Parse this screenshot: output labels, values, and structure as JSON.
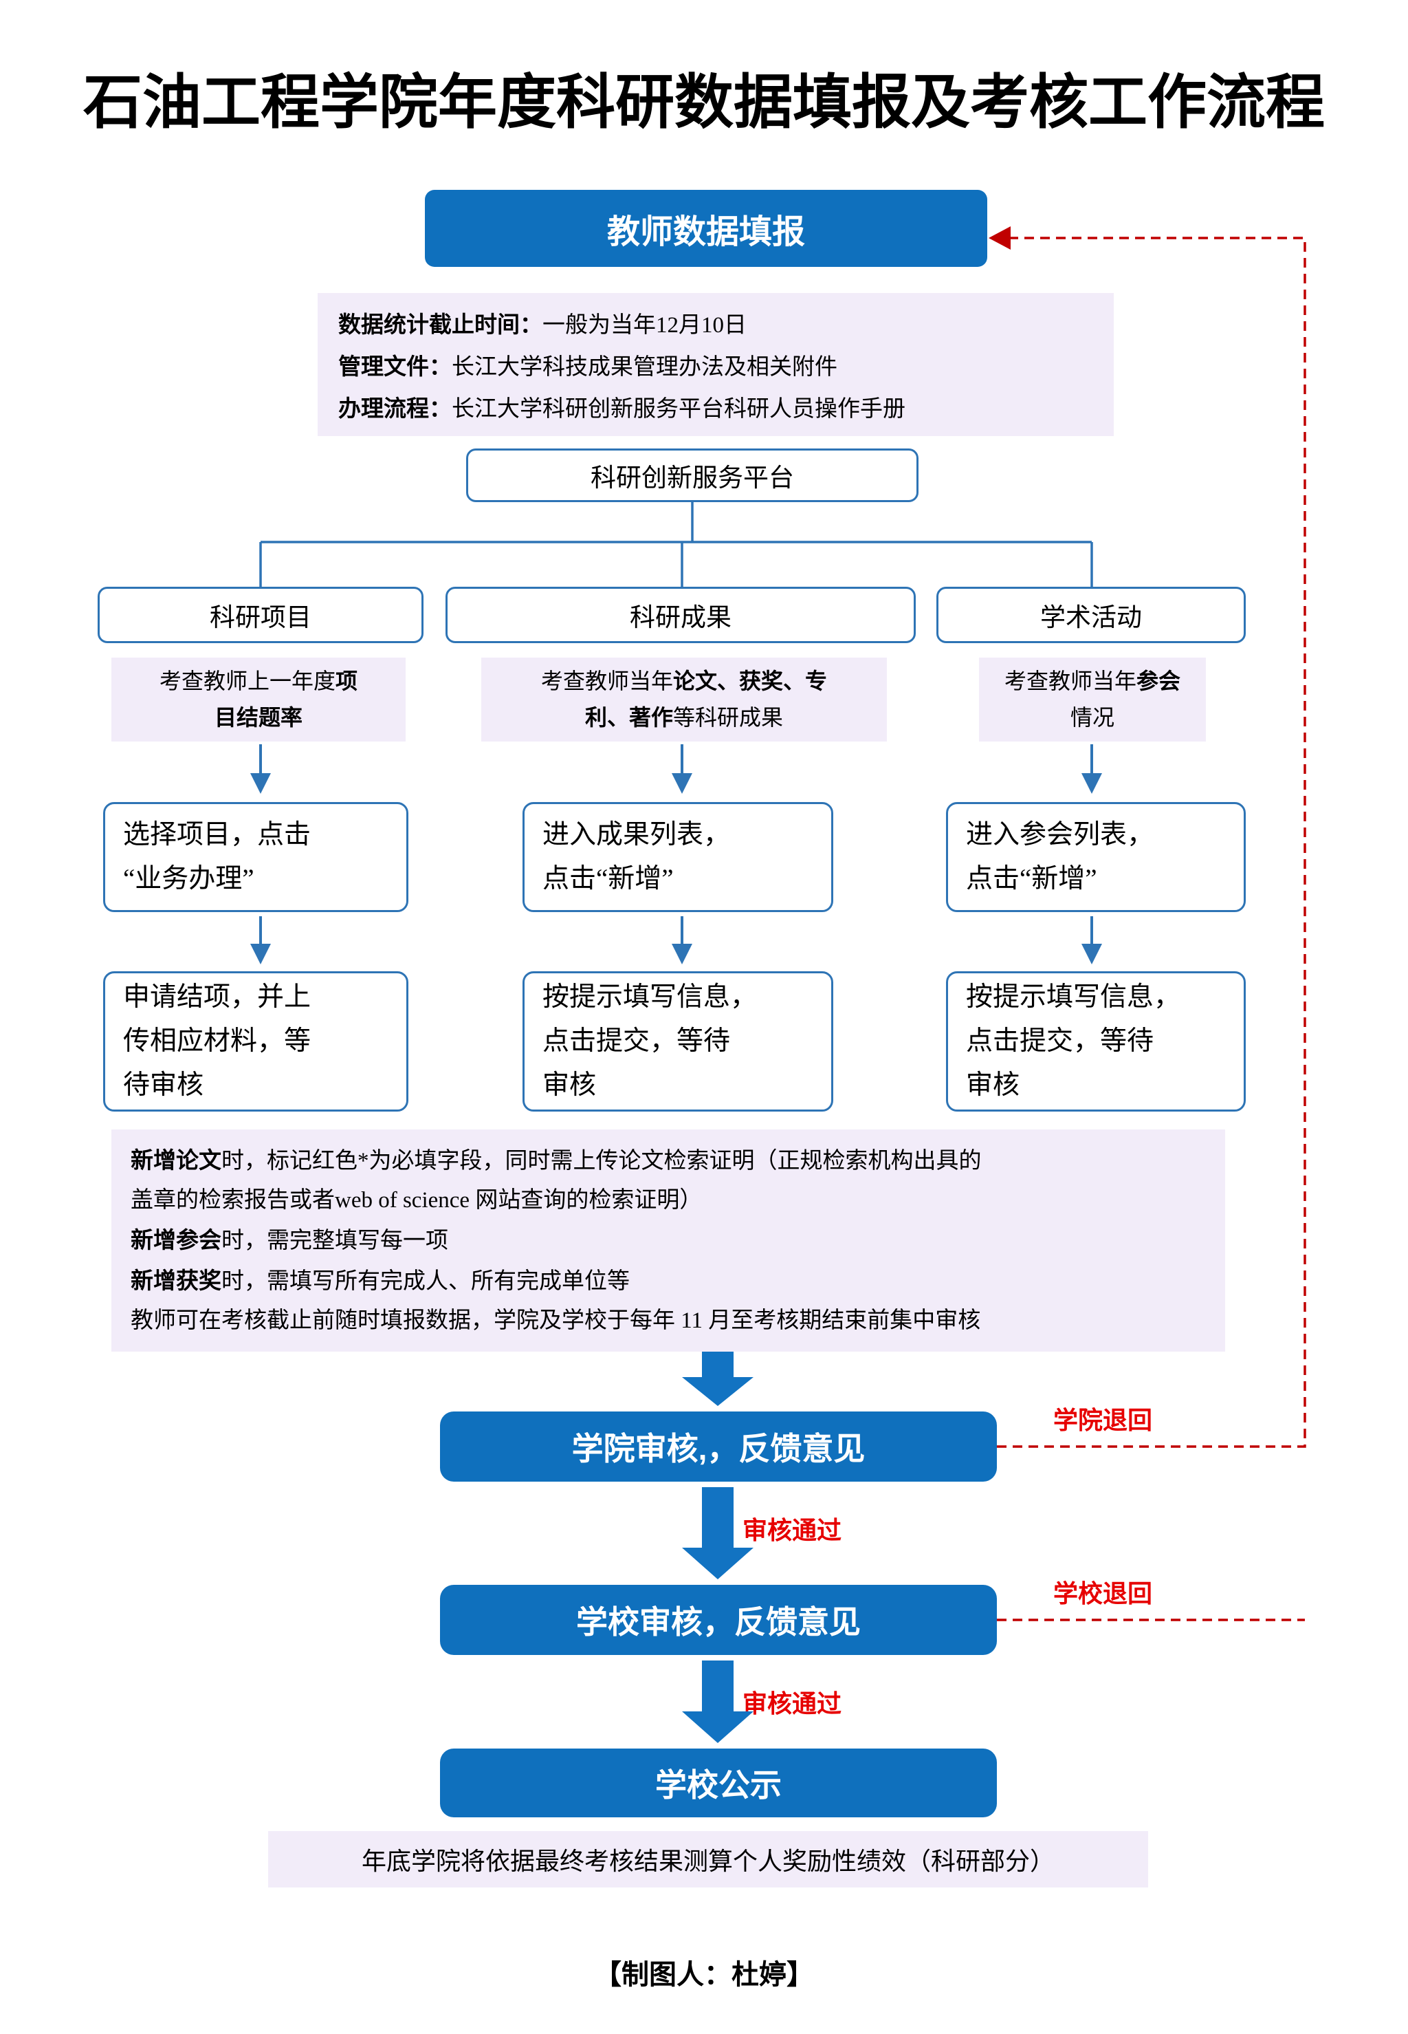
{
  "title": "石油工程学院年度科研数据填报及考核工作流程",
  "top_box": {
    "label": "教师数据填报"
  },
  "info_box": {
    "items": [
      {
        "label": "数据统计截止时间：",
        "value": "一般为当年12月10日"
      },
      {
        "label": "管理文件：",
        "value": "长江大学科技成果管理办法及相关附件"
      },
      {
        "label": "办理流程：",
        "value": "长江大学科研创新服务平台科研人员操作手册"
      }
    ]
  },
  "platform_box": {
    "label": "科研创新服务平台"
  },
  "branches": [
    {
      "header": "科研项目",
      "desc": [
        {
          "t": "考查教师上一年度",
          "b": false
        },
        {
          "t": "项\n目结题率",
          "b": true
        }
      ],
      "step1": "选择项目，点击\n“业务办理”",
      "step2": "申请结项，并上\n传相应材料，等\n待审核"
    },
    {
      "header": "科研成果",
      "desc": [
        {
          "t": "考查教师当年",
          "b": false
        },
        {
          "t": "论文、获奖、专\n利、著作",
          "b": true
        },
        {
          "t": "等科研成果",
          "b": false
        }
      ],
      "step1": "进入成果列表，\n点击“新增”",
      "step2": "按提示填写信息，\n点击提交，等待\n审核"
    },
    {
      "header": "学术活动",
      "desc": [
        {
          "t": "考查教师当年",
          "b": false
        },
        {
          "t": "参会",
          "b": true
        },
        {
          "t": "\n情况",
          "b": false
        }
      ],
      "step1": "进入参会列表，\n点击“新增”",
      "step2": "按提示填写信息，\n点击提交，等待\n审核"
    }
  ],
  "note_box": {
    "lines": [
      [
        {
          "t": "新增论文",
          "b": true
        },
        {
          "t": "时，标记红色*为必填字段，同时需上传论文检索证明（正规检索机构出具的\n盖章的检索报告或者web of science 网站查询的检索证明）",
          "b": false
        }
      ],
      [
        {
          "t": "新增参会",
          "b": true
        },
        {
          "t": "时，需完整填写每一项",
          "b": false
        }
      ],
      [
        {
          "t": "新增获奖",
          "b": true
        },
        {
          "t": "时，需填写所有完成人、所有完成单位等",
          "b": false
        }
      ],
      [
        {
          "t": "教师可在考核截止前随时填报数据，学院及学校于每年 11 月至考核期结束前集中审核",
          "b": false
        }
      ]
    ]
  },
  "review_flow": {
    "college_box": "学院审核,，反馈意见",
    "college_return": "学院退回",
    "pass_1": "审核通过",
    "school_box": "学校审核，反馈意见",
    "school_return": "学校退回",
    "pass_2": "审核通过",
    "publicity_box": "学校公示",
    "result_note": "年底学院将依据最终考核结果测算个人奖励性绩效（科研部分）"
  },
  "footer": "【制图人：杜婷】",
  "colors": {
    "primary_blue": "#0F70BD",
    "border_blue": "#2E74B5",
    "light_purple": "#F2ECF9",
    "red_text": "#E60000",
    "dashed_red": "#C00000"
  }
}
